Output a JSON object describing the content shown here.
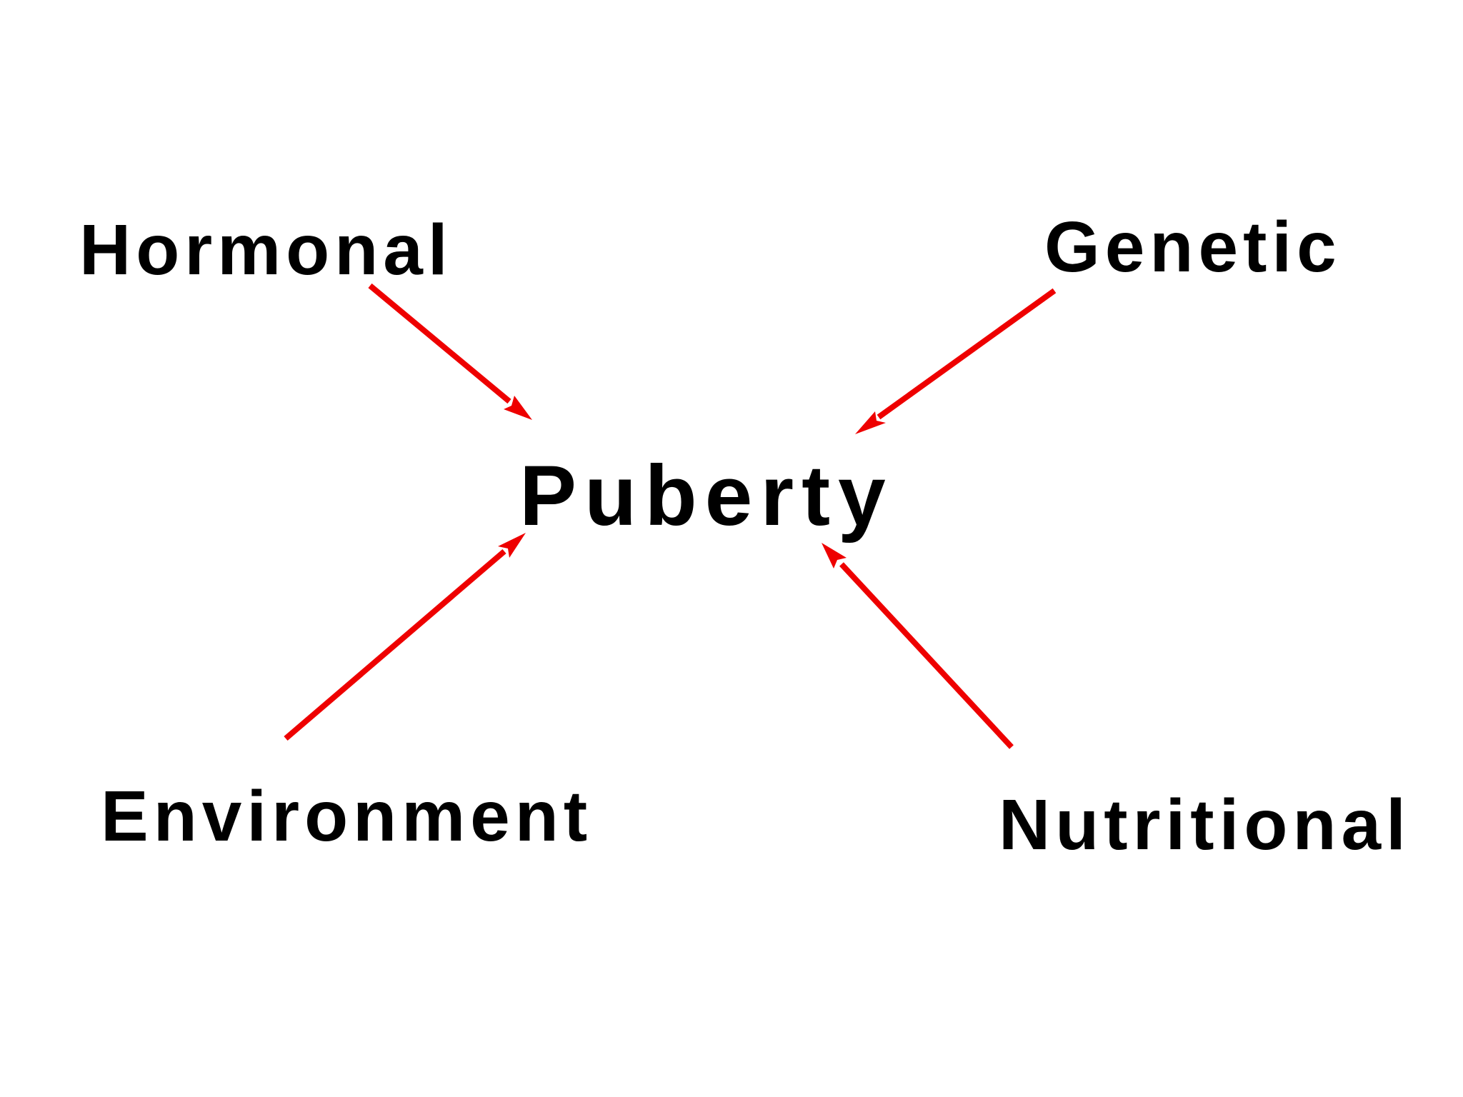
{
  "diagram": {
    "center": {
      "label": "Puberty"
    },
    "factors": [
      {
        "id": "hormonal",
        "label": "Hormonal"
      },
      {
        "id": "genetic",
        "label": "Genetic"
      },
      {
        "id": "environment",
        "label": "Environment"
      },
      {
        "id": "nutritional",
        "label": "Nutritional"
      }
    ],
    "edges": [
      {
        "from": "hormonal",
        "to": "center"
      },
      {
        "from": "genetic",
        "to": "center"
      },
      {
        "from": "environment",
        "to": "center"
      },
      {
        "from": "nutritional",
        "to": "center"
      }
    ],
    "colors": {
      "arrow": "#ee0000",
      "text": "#000000",
      "background": "#ffffff"
    }
  }
}
